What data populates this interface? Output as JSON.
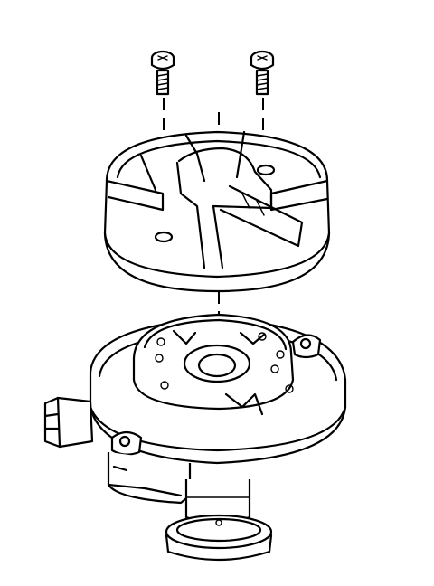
{
  "diagram": {
    "kind": "exploded-line-drawing",
    "components": [
      {
        "id": "screw-left",
        "icon": "screw-icon"
      },
      {
        "id": "screw-right",
        "icon": "screw-icon"
      },
      {
        "id": "rotor-cap",
        "icon": "rotor-icon"
      },
      {
        "id": "distributor-base",
        "icon": "distributor-housing-icon"
      }
    ],
    "colors": {
      "ink": "#000000",
      "background": "#ffffff"
    }
  }
}
